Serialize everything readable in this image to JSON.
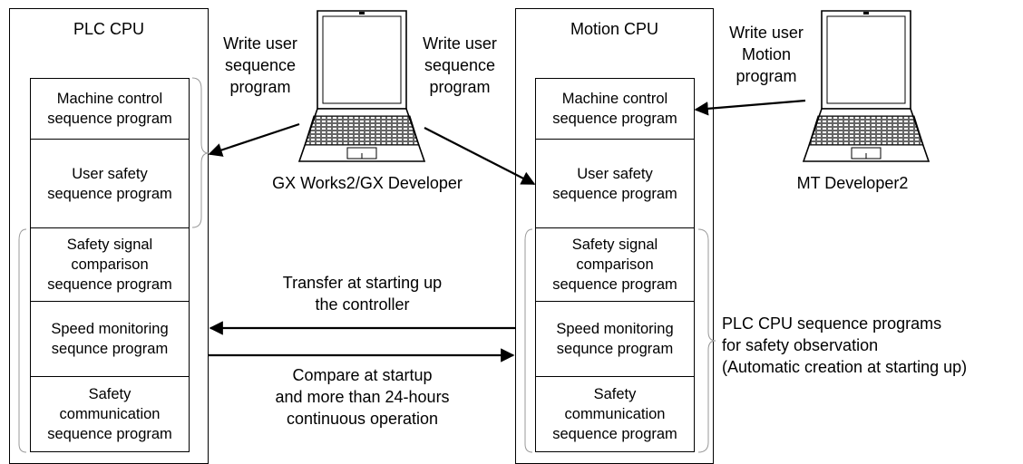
{
  "plc_cpu": {
    "title": "PLC CPU",
    "programs": [
      "Machine control\nsequence program",
      "User safety\nsequence program",
      "Safety signal\ncomparison\nsequence program",
      "Speed monitoring\nsequnce program",
      "Safety\ncommunication\nsequence program"
    ]
  },
  "motion_cpu": {
    "title": "Motion CPU",
    "programs": [
      "Machine control\nsequence program",
      "User safety\nsequence program",
      "Safety signal\ncomparison\nsequence program",
      "Speed monitoring\nsequnce program",
      "Safety\ncommunication\nsequence program"
    ]
  },
  "gx_laptop": {
    "name": "GX Works2/GX Developer",
    "write_left": "Write user\nsequence\nprogram",
    "write_right": "Write user\nsequence\nprogram"
  },
  "mt_laptop": {
    "name": "MT Developer2",
    "write": "Write user\nMotion\nprogram"
  },
  "transfer_label": "Transfer at starting up\nthe controller",
  "compare_label": "Compare at startup\nand more than 24-hours\ncontinuous operation",
  "observation_label": "PLC CPU sequence programs\nfor safety observation\n(Automatic creation at starting up)"
}
